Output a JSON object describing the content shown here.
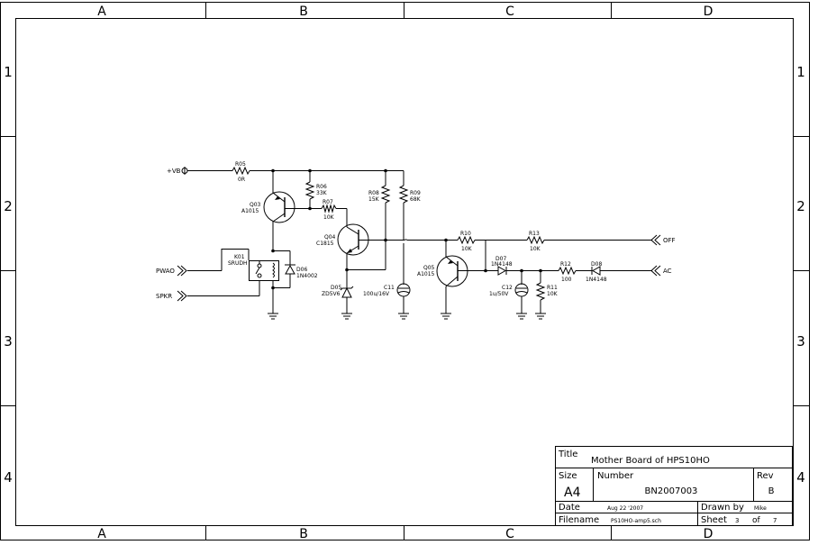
{
  "frame": {
    "cols": [
      "A",
      "B",
      "C",
      "D"
    ],
    "rows": [
      "1",
      "2",
      "3",
      "4"
    ]
  },
  "title_block": {
    "title_label": "Title",
    "title_value": "Mother Board of HPS10HO",
    "size_label": "Size",
    "size_value": "A4",
    "number_label": "Number",
    "number_value": "BN2007003",
    "rev_label": "Rev",
    "rev_value": "B",
    "date_label": "Date",
    "date_value": "Aug 22 '2007",
    "drawn_label": "Drawn by",
    "drawn_value": "Mike",
    "filename_label": "Filename",
    "filename_value": "PS10HO-amp5.sch",
    "sheet_label": "Sheet",
    "sheet_value": "3",
    "of_label": "of",
    "of_value": "7"
  },
  "nets": {
    "vb": "+VB",
    "pwao": "PWAO",
    "spkr": "SPKR",
    "off": "OFF",
    "ac": "AC"
  },
  "parts": {
    "r05": {
      "ref": "R05",
      "val": "0R"
    },
    "r06": {
      "ref": "R06",
      "val": "33K"
    },
    "r07": {
      "ref": "R07",
      "val": "10K"
    },
    "r08": {
      "ref": "R08",
      "val": "15K"
    },
    "r09": {
      "ref": "R09",
      "val": "68K"
    },
    "r10": {
      "ref": "R10",
      "val": "10K"
    },
    "r11": {
      "ref": "R11",
      "val": "10K"
    },
    "r12": {
      "ref": "R12",
      "val": "100"
    },
    "r13": {
      "ref": "R13",
      "val": "10K"
    },
    "q03": {
      "ref": "Q03",
      "val": "A1015"
    },
    "q04": {
      "ref": "Q04",
      "val": "C1815"
    },
    "q05": {
      "ref": "Q05",
      "val": "A1015"
    },
    "k01": {
      "ref": "K01",
      "val": "SRUDH"
    },
    "d06": {
      "ref": "D06",
      "val": "1N4002"
    },
    "d05": {
      "ref": "D05",
      "val": "ZD5V6"
    },
    "d07": {
      "ref": "D07",
      "val": "1N4148"
    },
    "d08": {
      "ref": "D08",
      "val": "1N4148"
    },
    "c11": {
      "ref": "C11",
      "val": "100u/16V"
    },
    "c12": {
      "ref": "C12",
      "val": "1u/50V"
    }
  }
}
